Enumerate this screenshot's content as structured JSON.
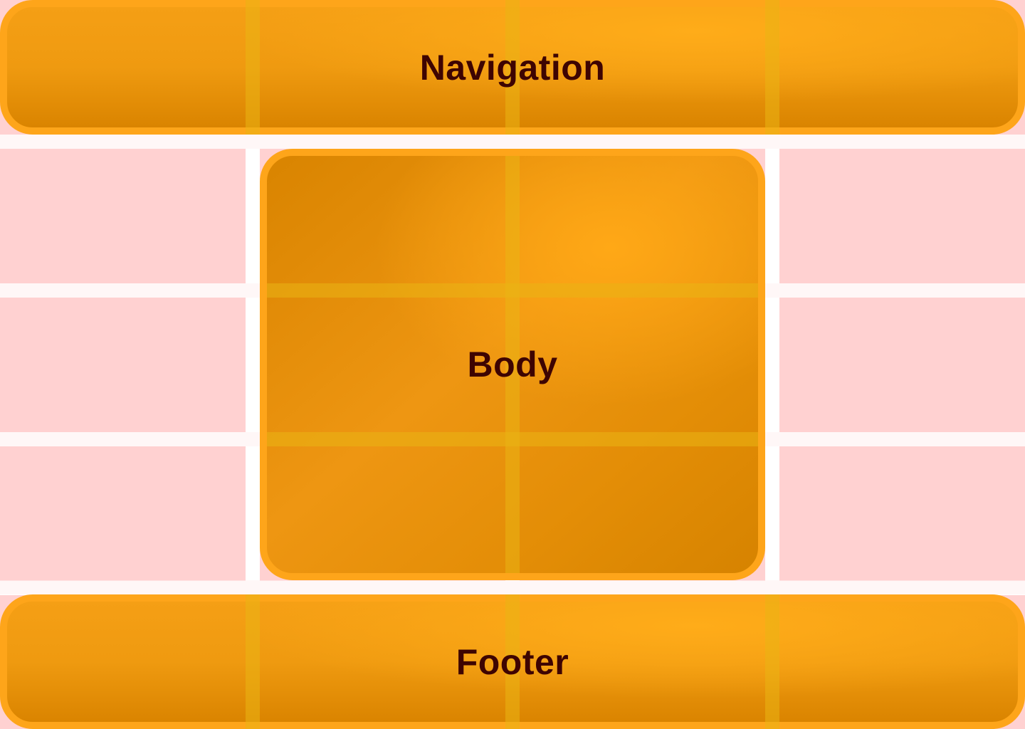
{
  "blocks": {
    "navigation": "Navigation",
    "body": "Body",
    "footer": "Footer"
  },
  "colors": {
    "cell": "#ffd1d1",
    "gutter": "#ffffff",
    "block_border": "#fea51a",
    "block_fill": "#ef9a10",
    "label": "#3e0402"
  }
}
